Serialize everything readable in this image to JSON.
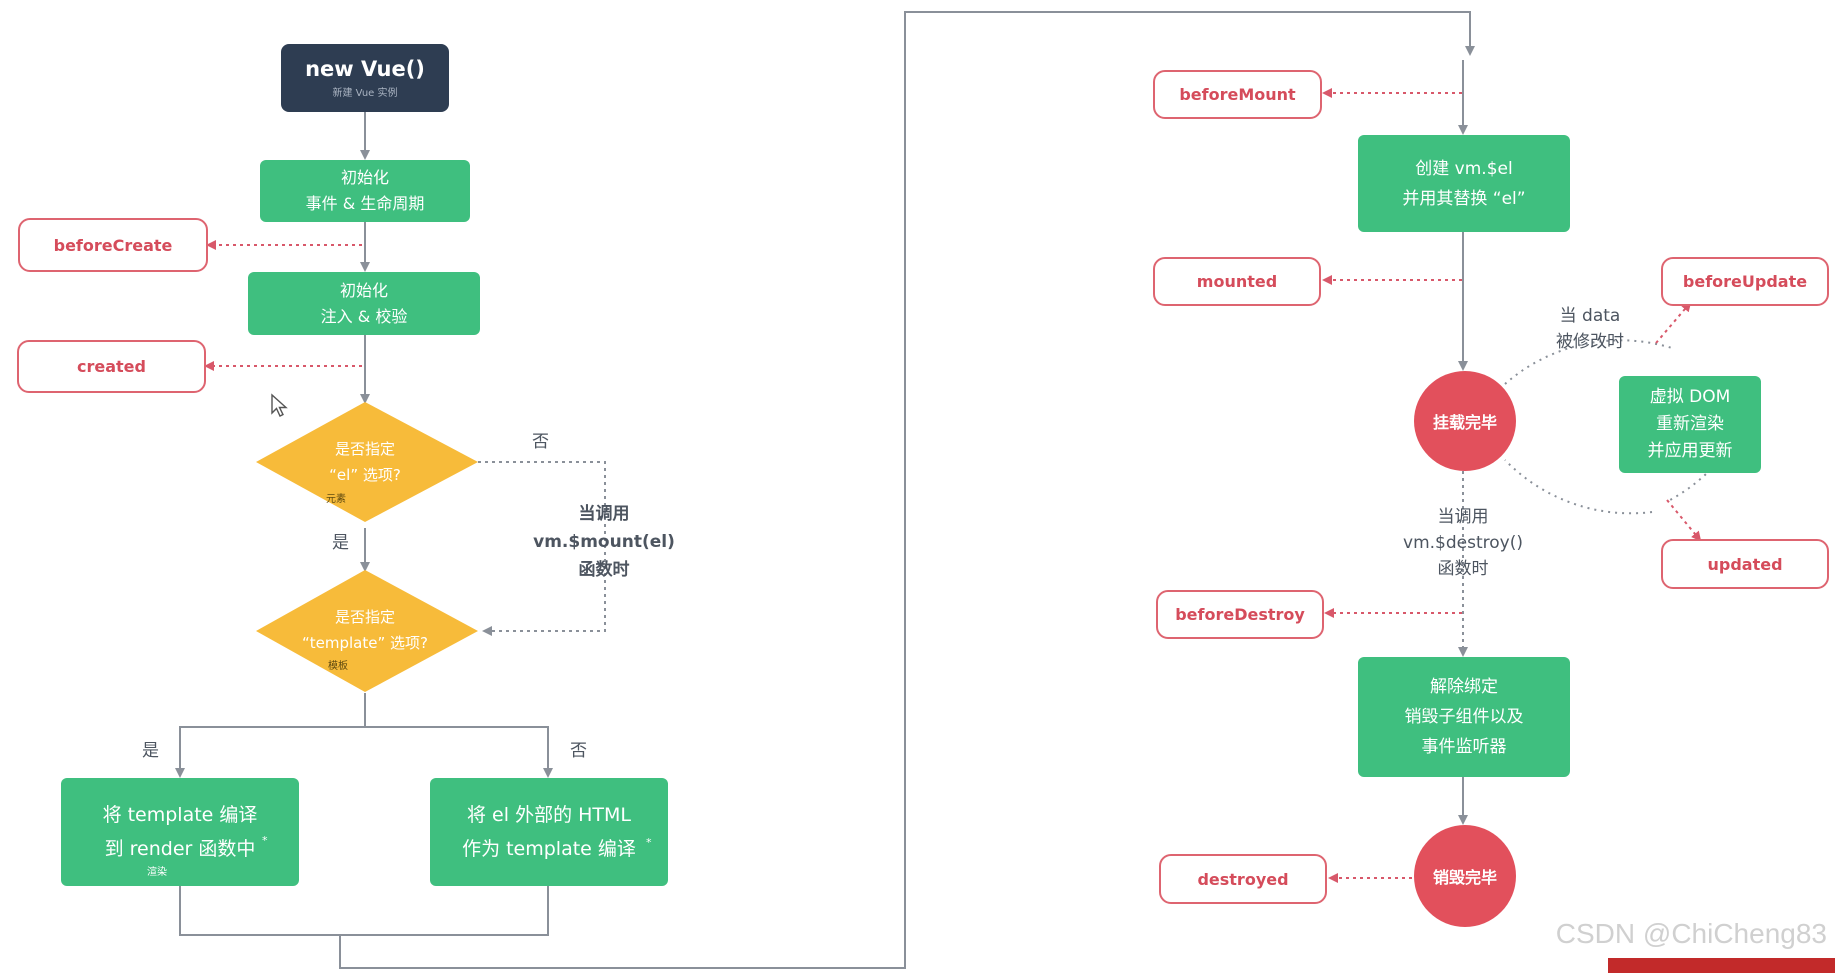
{
  "start": {
    "title": "new Vue()",
    "subtitle": "新建 Vue 实例"
  },
  "steps": {
    "init_events": [
      "初始化",
      "事件 & 生命周期"
    ],
    "init_inject": [
      "初始化",
      "注入 & 校验"
    ],
    "compile_template": [
      "将 template 编译",
      "到 render 函数中"
    ],
    "compile_template_note": "渲染",
    "outer_html": [
      "将 el 外部的 HTML",
      "作为 template 编译"
    ],
    "create_el": [
      "创建 vm.$el",
      "并用其替换 “el”"
    ],
    "vdom_rerender": [
      "虚拟 DOM",
      "重新渲染",
      "并应用更新"
    ],
    "teardown": [
      "解除绑定",
      "销毁子组件以及",
      "事件监听器"
    ]
  },
  "decisions": {
    "has_el": {
      "lines": [
        "是否指定",
        "“el” 选项?"
      ],
      "note": "元素"
    },
    "has_template": {
      "lines": [
        "是否指定",
        "“template” 选项?"
      ],
      "note": "模板"
    }
  },
  "branch_labels": {
    "yes": "是",
    "no": "否"
  },
  "notes": {
    "mount_call": [
      "当调用",
      "vm.$mount(el)",
      "函数时"
    ],
    "data_changed": [
      "当 data",
      "被修改时"
    ],
    "destroy_call": [
      "当调用",
      "vm.$destroy()",
      "函数时"
    ]
  },
  "states": {
    "mounted": "挂载完毕",
    "destroyed": "销毁完毕"
  },
  "hooks": {
    "beforeCreate": "beforeCreate",
    "created": "created",
    "beforeMount": "beforeMount",
    "mounted": "mounted",
    "beforeUpdate": "beforeUpdate",
    "updated": "updated",
    "beforeDestroy": "beforeDestroy",
    "destroyed": "destroyed"
  },
  "watermark": "CSDN @ChiCheng83",
  "colors": {
    "start": "#2e3d52",
    "step": "#3fbf7f",
    "decision": "#f7bb3a",
    "hook_border": "#de6470",
    "hook_text": "#d54c5b",
    "state_circle": "#e2505c",
    "arrow": "#8a9099",
    "dashed_arrow": "#d8586a"
  }
}
